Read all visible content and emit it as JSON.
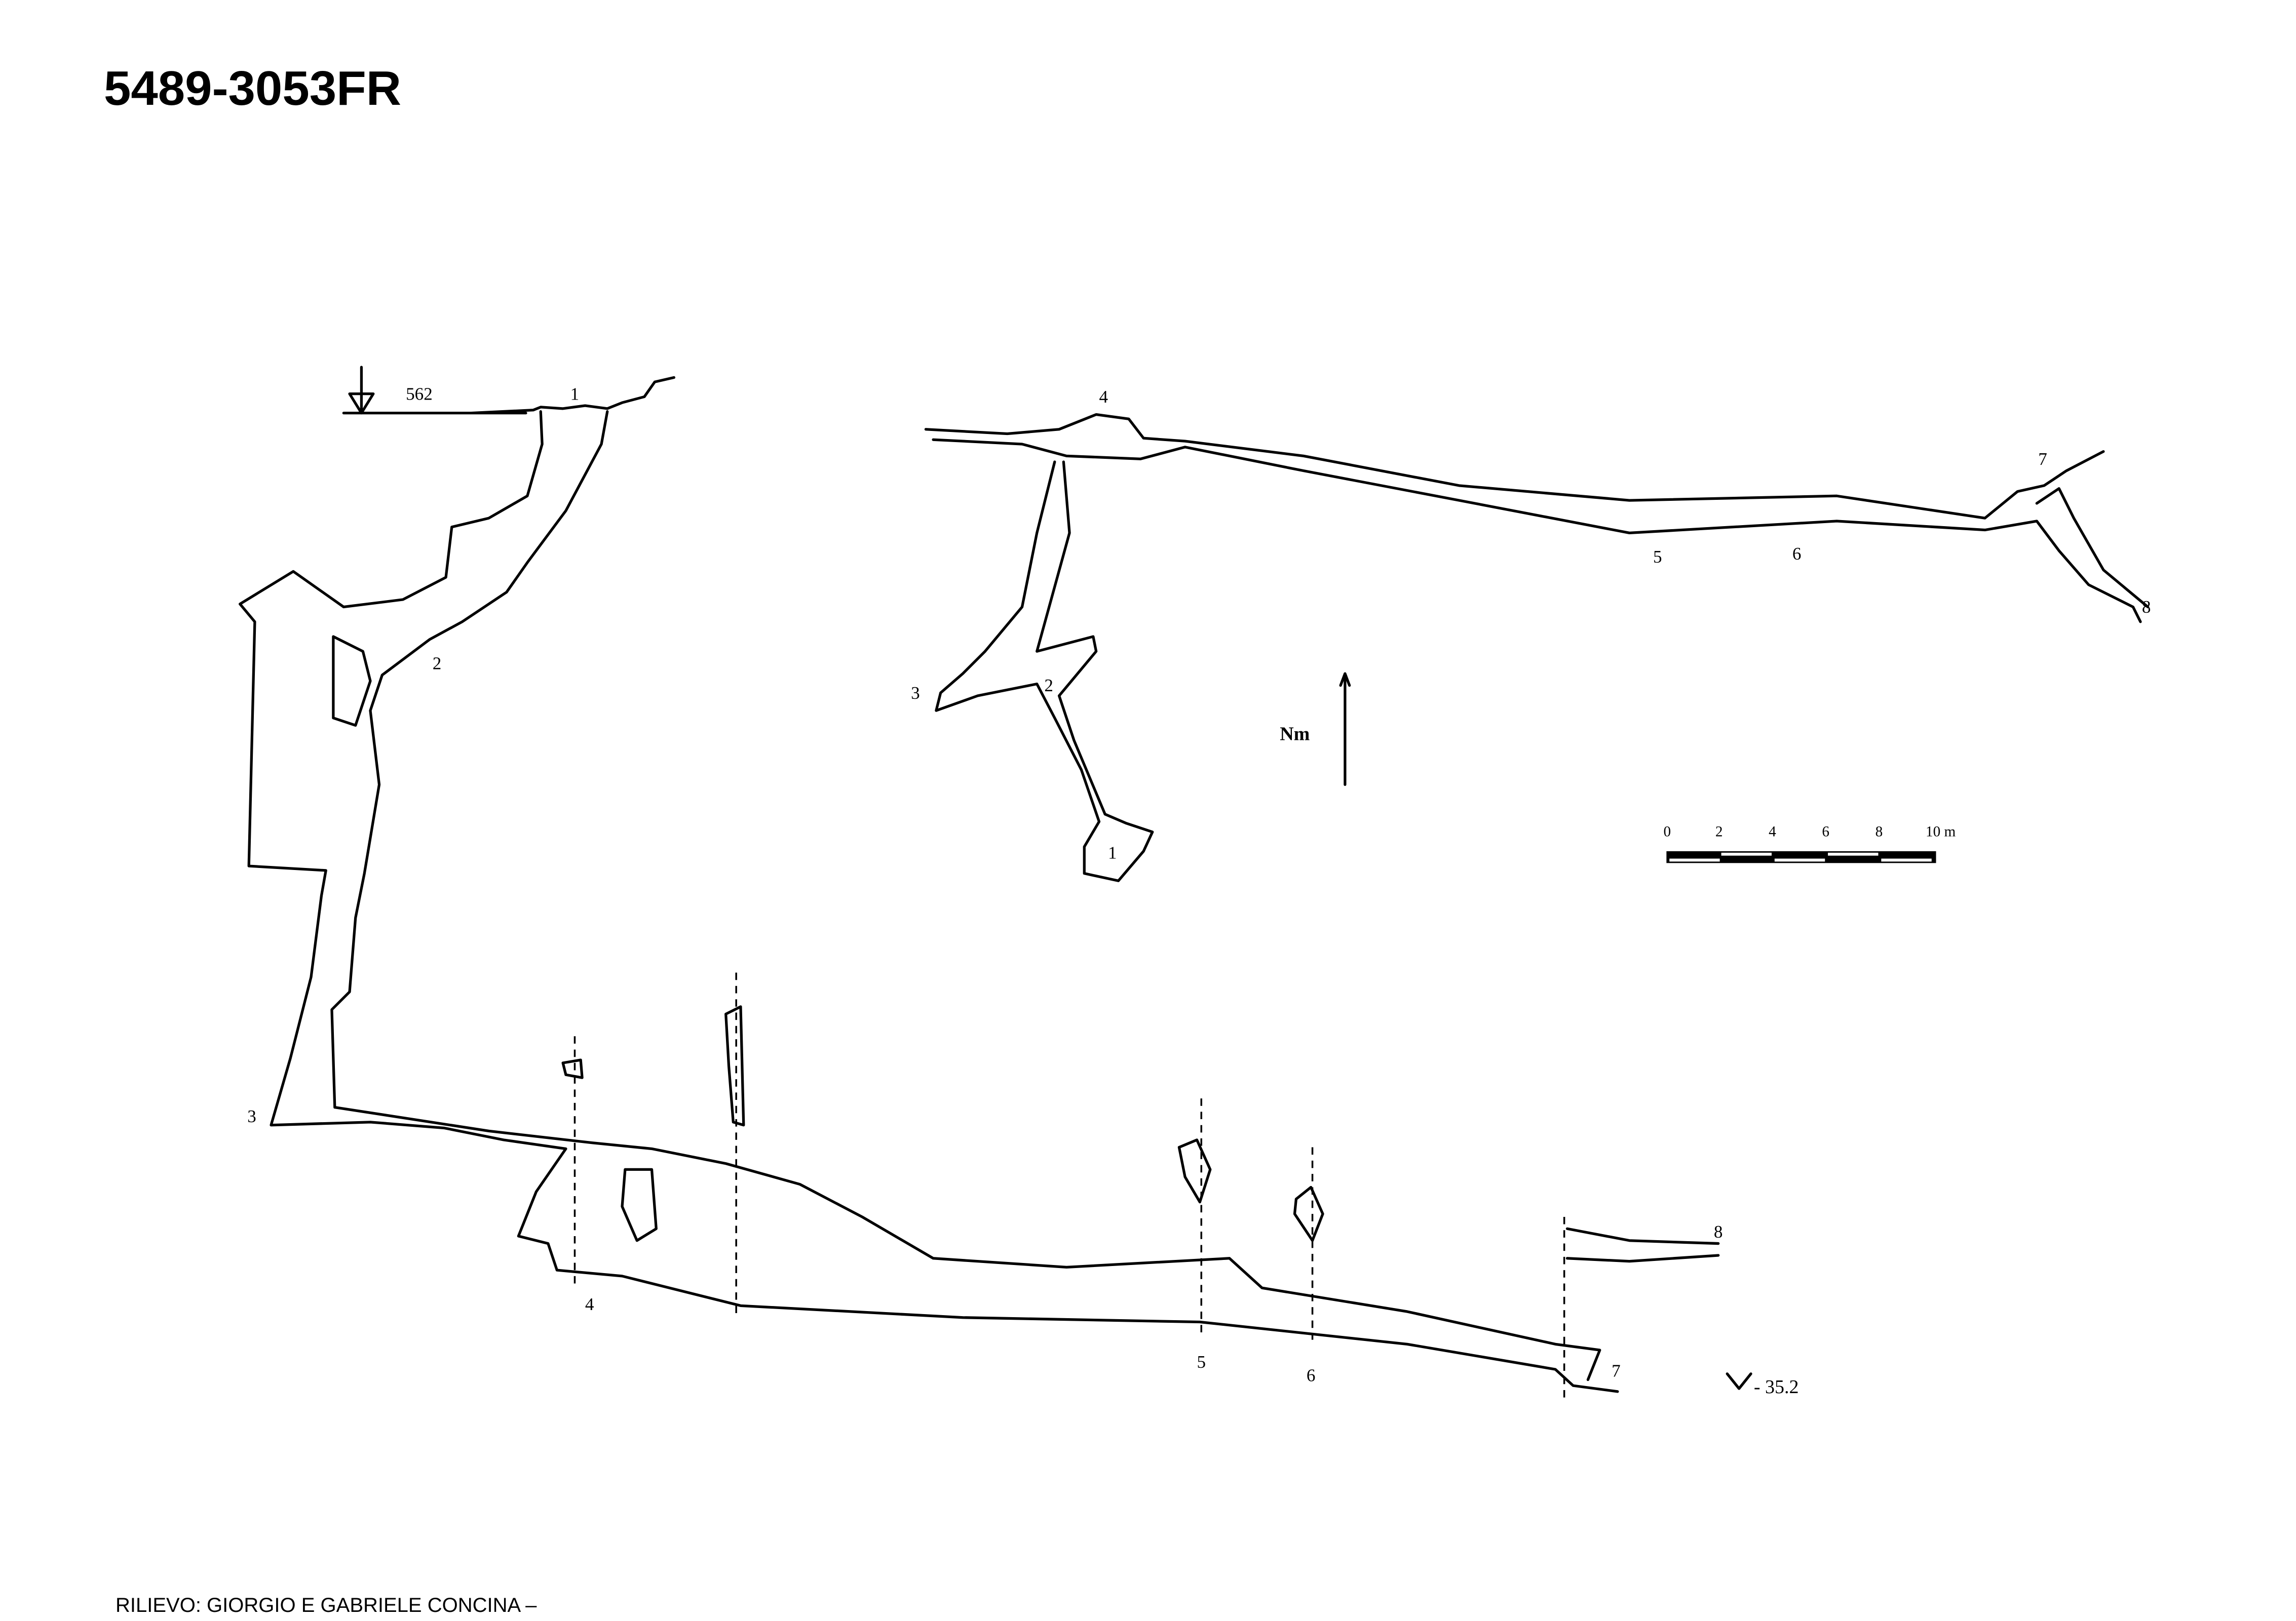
{
  "title": "5489-3053FR",
  "credit": "RILIEVO: GIORGIO E GABRIELE CONCINA –",
  "section": {
    "entrance_elevation": "562",
    "depth_label": "- 35.2",
    "stations": [
      "1",
      "2",
      "3",
      "4",
      "5",
      "6",
      "7",
      "8"
    ]
  },
  "plan": {
    "stations": [
      "1",
      "2",
      "3",
      "4",
      "5",
      "6",
      "7",
      "8"
    ],
    "north_label": "Nm"
  },
  "scale_bar": {
    "ticks": [
      "0",
      "2",
      "4",
      "6",
      "8",
      "10 m"
    ]
  }
}
